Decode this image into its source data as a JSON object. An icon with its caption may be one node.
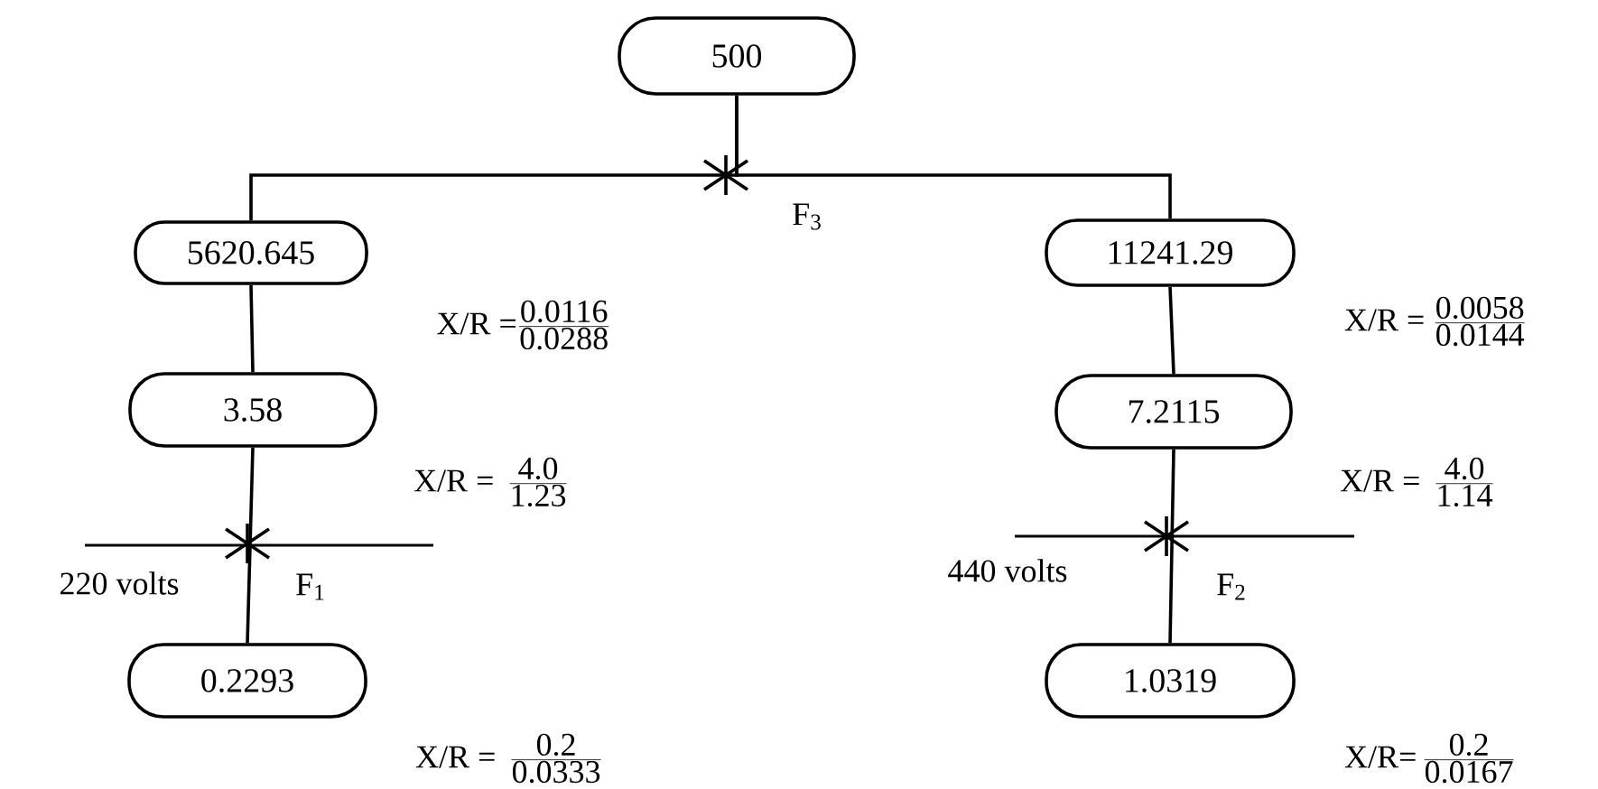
{
  "diagram": {
    "nodes": [
      {
        "text": [
          "500"
        ]
      },
      {
        "text": [
          "5620.645"
        ],
        "beside": [
          "\\mbox{X/R =}\\frac{\\mbox{0.0116}}{\\mbox{0.0288}}"
        ]
      },
      {
        "text": [
          "3.58"
        ],
        "beside": [
          "\\mbox{X/R = }\\,\\frac{\\mbox{4.0}}{\\mbox{1.23}}"
        ]
      },
      {
        "text": [
          "0.2293"
        ],
        "beside": [
          "\\mbox{X/R = }\\,\\frac{\\mbox{0.2}}{\\mbox{0.0333}}"
        ]
      },
      {
        "text": [
          "11241.29"
        ],
        "beside": [
          "\\mbox{X/R = }\\frac{\\mbox{0.0058}}{\\mbox{0.0144}}"
        ]
      },
      {
        "text": [
          "7.2115"
        ],
        "beside": [
          "\\mbox{X/R = }\\,\\frac{\\mbox{4.0}}{\\mbox{1.14}}"
        ]
      },
      {
        "text": [
          "1.0319"
        ],
        "beside": [
          "\\mbox{X/R=}\\,\\frac{\\mbox{0.2}}{\\mbox{0.0167}}"
        ]
      }
    ],
    "edges": [
      {
        "from": 0,
        "to": 1,
        "arrow": "none"
      },
      {
        "from": 0,
        "to": 4,
        "arrow": "none"
      },
      {
        "from": 1,
        "to": 2,
        "arrow": "none"
      },
      {
        "from": 2,
        "to": 3,
        "arrow": "none"
      },
      {
        "from": 4,
        "to": 5,
        "arrow": "none"
      },
      {
        "from": 5,
        "to": 6,
        "arrow": "none"
      }
    ],
    "labels": [
      "F$_{3}$",
      "220 volts",
      "F$_{1}$",
      "440 volts",
      "F$_{2}$"
    ]
  }
}
